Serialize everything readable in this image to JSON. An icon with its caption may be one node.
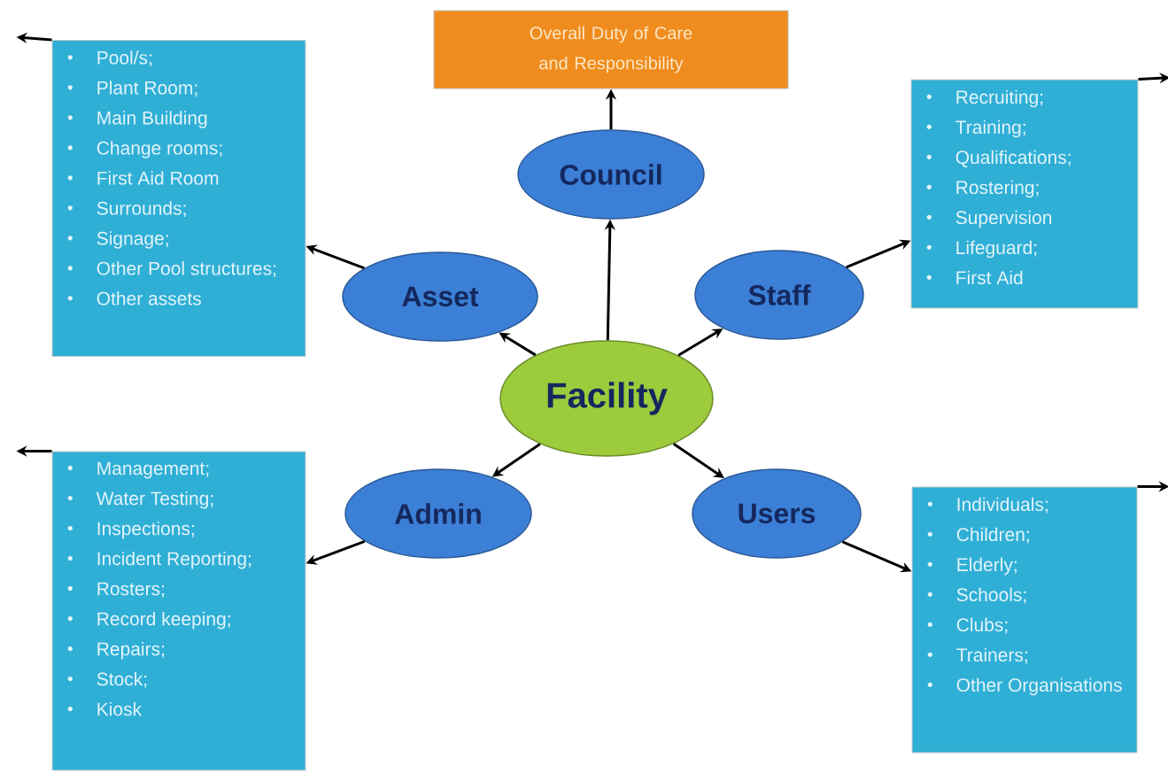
{
  "diagram": {
    "nodes": [
      {
        "text": [
          "Overall Duty of Care and Responsibility"
        ]
      },
      {
        "text": [
          "Pool/s;",
          "Plant Room;",
          "Main Building",
          "Change rooms;",
          "First Aid Room",
          "Surrounds;",
          "Signage;",
          "Other Pool structures;",
          "Other assets"
        ]
      },
      {
        "text": [
          "Council"
        ]
      },
      {
        "text": [
          "Recruiting;",
          "Training;",
          "Qualifications;",
          "Rostering;",
          "Supervision",
          "Lifeguard;",
          "First Aid"
        ]
      },
      {
        "text": [
          "Asset"
        ]
      },
      {
        "text": [
          "Staff"
        ]
      },
      {
        "text": [
          "Facility"
        ]
      },
      {
        "text": [
          "Management;",
          "Water Testing;",
          "Inspections;",
          "Incident Reporting;",
          "Rosters;",
          "Record keeping;",
          "Repairs;",
          "Stock;",
          "Kiosk"
        ]
      },
      {
        "text": [
          "Admin"
        ]
      },
      {
        "text": [
          "Users"
        ]
      },
      {
        "text": [
          "Individuals;",
          "Children;",
          "Elderly;",
          "Schools;",
          "Clubs;",
          "Trainers;",
          "Other Organisations"
        ]
      }
    ],
    "edges": [
      {
        "from": 6,
        "to": 2,
        "arrow": "to"
      },
      {
        "from": 2,
        "to": 0,
        "arrow": "to"
      },
      {
        "from": 6,
        "to": 4,
        "arrow": "to"
      },
      {
        "from": 4,
        "to": 1,
        "arrow": "to"
      },
      {
        "from": 6,
        "to": 5,
        "arrow": "to"
      },
      {
        "from": 5,
        "to": 3,
        "arrow": "to"
      },
      {
        "from": 6,
        "to": 8,
        "arrow": "to"
      },
      {
        "from": 8,
        "to": 7,
        "arrow": "to"
      },
      {
        "from": 6,
        "to": 9,
        "arrow": "to"
      },
      {
        "from": 9,
        "to": 10,
        "arrow": "to"
      },
      {
        "from": 1,
        "to": null,
        "arrow": "to"
      },
      {
        "from": 3,
        "to": null,
        "arrow": "to"
      },
      {
        "from": 7,
        "to": null,
        "arrow": "to"
      },
      {
        "from": 10,
        "to": null,
        "arrow": "to"
      }
    ]
  }
}
